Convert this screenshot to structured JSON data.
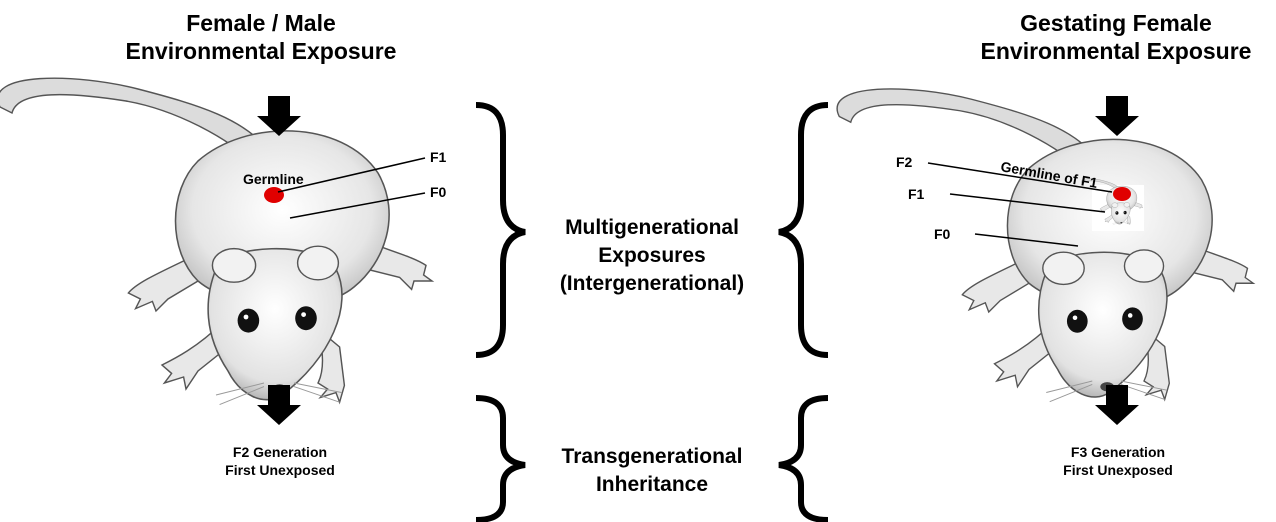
{
  "left": {
    "title_line1": "Female / Male",
    "title_line2": "Environmental Exposure",
    "germline_label": "Germline",
    "f1_label": "F1",
    "f0_label": "F0",
    "bottom_line1": "F2 Generation",
    "bottom_line2": "First Unexposed"
  },
  "middle": {
    "multi_line1": "Multigenerational",
    "multi_line2": "Exposures",
    "multi_line3": "(Intergenerational)",
    "trans_line1": "Transgenerational",
    "trans_line2": "Inheritance"
  },
  "right": {
    "title_line1": "Gestating Female",
    "title_line2": "Environmental Exposure",
    "germline_label": "Germline of F1",
    "f2_label": "F2",
    "f1_label": "F1",
    "f0_label": "F0",
    "bottom_line1": "F3 Generation",
    "bottom_line2": "First Unexposed"
  },
  "colors": {
    "germline_dot": "#e00000",
    "arrow": "#000000",
    "rat_fill": "#ececec",
    "rat_stroke": "#555555"
  },
  "icons": [
    "down-arrow-icon",
    "rat-illustration",
    "curly-brace-icon",
    "germline-dot-icon"
  ]
}
